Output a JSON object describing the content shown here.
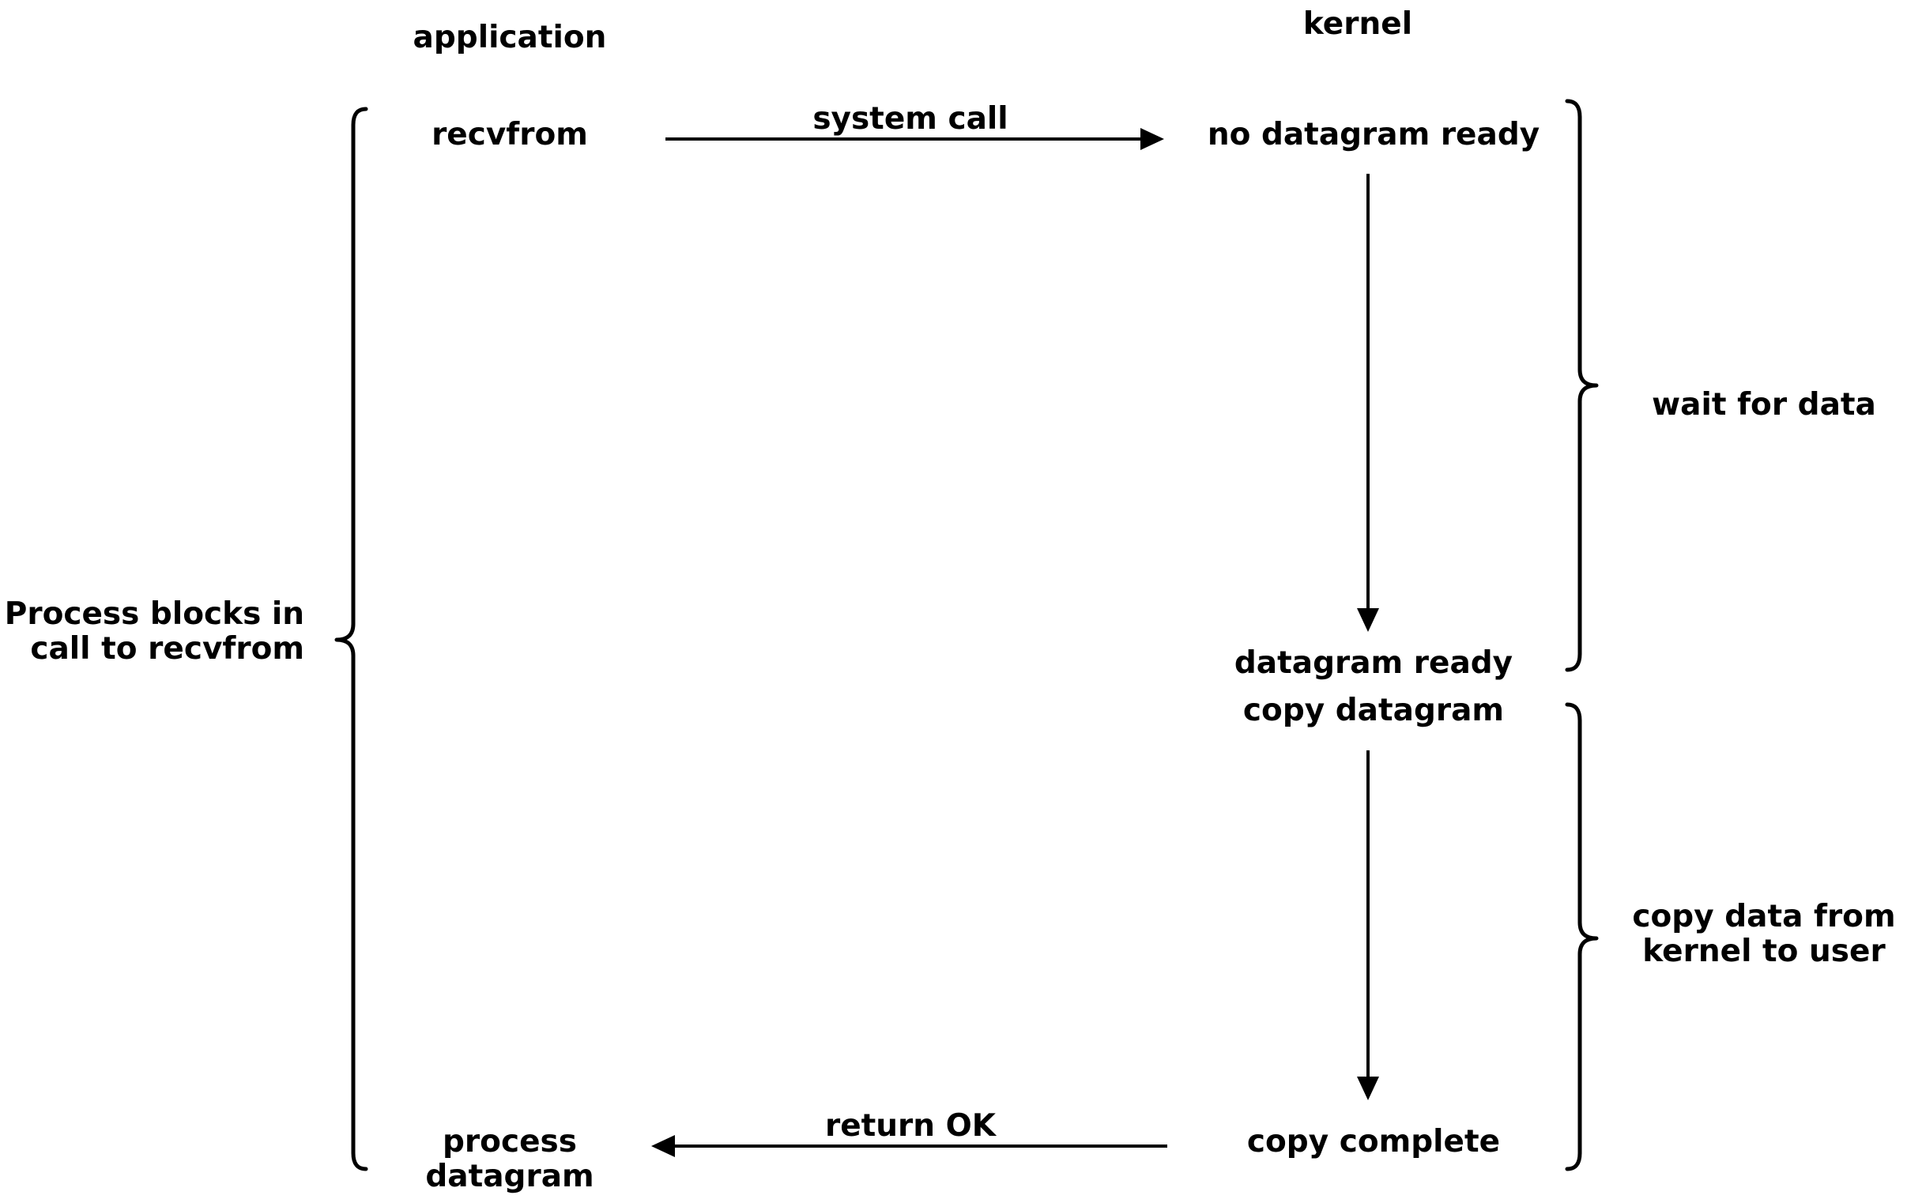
{
  "headers": {
    "application": "application",
    "kernel": "kernel"
  },
  "steps": {
    "recvfrom": "recvfrom",
    "system_call": "system call",
    "no_datagram_ready": "no datagram ready",
    "datagram_ready": "datagram ready",
    "copy_datagram": "copy datagram",
    "copy_complete": "copy complete",
    "return_ok": "return OK",
    "process_datagram": [
      "process",
      "datagram"
    ]
  },
  "phases": {
    "process_blocks": [
      "Process blocks in",
      "call to recvfrom"
    ],
    "wait_for_data": "wait for data",
    "copy_data": [
      "copy data from",
      "kernel to user"
    ]
  },
  "colors": {
    "ink": "#000000",
    "background": "#ffffff"
  }
}
